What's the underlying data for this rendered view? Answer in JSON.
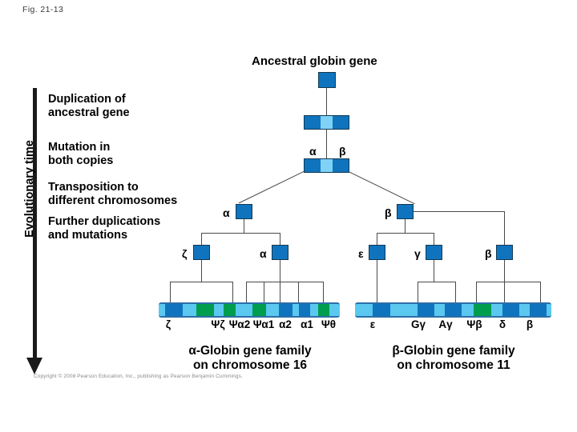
{
  "figure": {
    "label": "Fig. 21-13",
    "copyright": "Copyright © 2008 Pearson Education, Inc., publishing as Pearson Benjamin Cummings."
  },
  "axis": {
    "label": "Evolutionary time",
    "direction": "down"
  },
  "steps": [
    {
      "line1": "Duplication of",
      "line2": "ancestral gene"
    },
    {
      "line1": "Mutation in",
      "line2": "both copies"
    },
    {
      "line1": "Transposition to",
      "line2": "different chromosomes"
    },
    {
      "line1": "Further duplications",
      "line2": "and mutations"
    }
  ],
  "headings": {
    "ancestral": "Ancestral globin gene"
  },
  "tree": {
    "root_label": "",
    "branch_labels": {
      "alpha": "α",
      "beta": "β"
    },
    "nodes": [
      {
        "name": "ancestral-gene",
        "label": ""
      },
      {
        "name": "duplicated-gene",
        "label": ""
      },
      {
        "name": "mutated-gene",
        "label": ""
      },
      {
        "name": "alpha-ancestor",
        "label": "α"
      },
      {
        "name": "beta-ancestor",
        "label": "β"
      },
      {
        "name": "zeta-node",
        "label": "ζ"
      },
      {
        "name": "alpha-node",
        "label": "α"
      },
      {
        "name": "epsilon-node",
        "label": "ε"
      },
      {
        "name": "gamma-node",
        "label": "γ"
      },
      {
        "name": "beta-node",
        "label": "β"
      }
    ]
  },
  "alpha_family": {
    "caption_line1": "α-Globin gene family",
    "caption_line2": "on chromosome 16",
    "genes": [
      {
        "label": "ζ",
        "type": "functional"
      },
      {
        "label": "Ψζ",
        "type": "pseudogene"
      },
      {
        "label": "Ψα2",
        "type": "pseudogene"
      },
      {
        "label": "Ψα1",
        "type": "pseudogene"
      },
      {
        "label": "α2",
        "type": "functional"
      },
      {
        "label": "α1",
        "type": "functional"
      },
      {
        "label": "Ψθ",
        "type": "pseudogene"
      }
    ]
  },
  "beta_family": {
    "caption_line1": "β-Globin gene family",
    "caption_line2": "on chromosome 11",
    "genes": [
      {
        "label": "ε",
        "type": "functional"
      },
      {
        "label": "Gγ",
        "type": "functional"
      },
      {
        "label": "Aγ",
        "type": "functional"
      },
      {
        "label": "Ψβ",
        "type": "pseudogene"
      },
      {
        "label": "δ",
        "type": "functional"
      },
      {
        "label": "β",
        "type": "functional"
      }
    ]
  },
  "colors": {
    "functional_gene": "#0f74bd",
    "pseudogene": "#009d4e",
    "chromosome": "#5bc8f0",
    "light_segment": "#7fd2f5",
    "line": "#4a4a4a"
  }
}
